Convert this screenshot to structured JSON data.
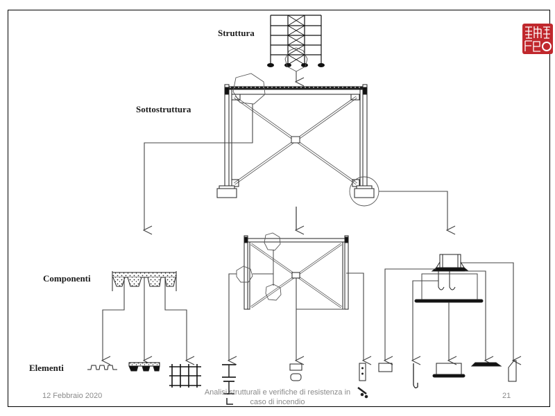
{
  "slide": {
    "labels": {
      "structure": "Struttura",
      "substructure": "Sottostruttura",
      "components": "Componenti",
      "elements": "Elementi"
    },
    "footer": {
      "date": "12 Febbraio 2020",
      "title_line1": "Analisi strutturali e verifiche di resistenza in",
      "title_line2": "caso di incendio",
      "page_number": "21"
    },
    "logo": {
      "name": "red-seal-logo",
      "color": "#c0282d"
    },
    "colors": {
      "line": "#333333",
      "text": "#1a1a1a",
      "footer": "#8a8a8a"
    }
  }
}
